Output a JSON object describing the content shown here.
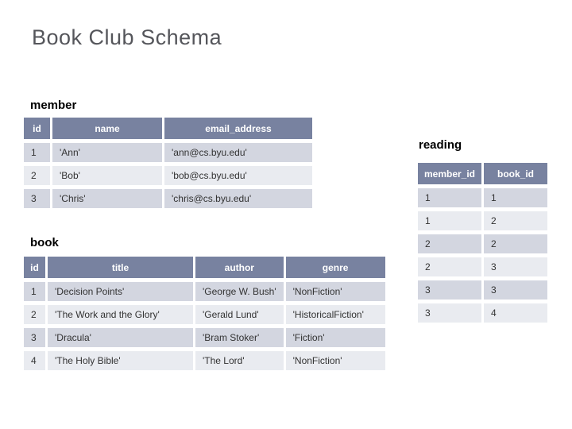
{
  "slide": {
    "title": "Book Club Schema"
  },
  "colors": {
    "header_bg": "#7882a0",
    "row_dark": "#d3d6e0",
    "row_light": "#e9ebf0",
    "header_text": "#ffffff",
    "title_text": "#55565b"
  },
  "tables": {
    "member": {
      "label": "member",
      "headers": [
        "id",
        "name",
        "email_address"
      ],
      "rows": [
        [
          "1",
          "'Ann'",
          "'ann@cs.byu.edu'"
        ],
        [
          "2",
          "'Bob'",
          "'bob@cs.byu.edu'"
        ],
        [
          "3",
          "'Chris'",
          "'chris@cs.byu.edu'"
        ]
      ]
    },
    "book": {
      "label": "book",
      "headers": [
        "id",
        "title",
        "author",
        "genre"
      ],
      "rows": [
        [
          "1",
          "'Decision Points'",
          "'George W. Bush'",
          "'NonFiction'"
        ],
        [
          "2",
          "'The Work and the Glory'",
          "'Gerald Lund'",
          "'HistoricalFiction'"
        ],
        [
          "3",
          "'Dracula'",
          "'Bram Stoker'",
          "'Fiction'"
        ],
        [
          "4",
          "'The Holy Bible'",
          "'The Lord'",
          "'NonFiction'"
        ]
      ]
    },
    "reading": {
      "label": "reading",
      "headers": [
        "member_id",
        "book_id"
      ],
      "rows": [
        [
          "1",
          "1"
        ],
        [
          "1",
          "2"
        ],
        [
          "2",
          "2"
        ],
        [
          "2",
          "3"
        ],
        [
          "3",
          "3"
        ],
        [
          "3",
          "4"
        ]
      ]
    }
  }
}
